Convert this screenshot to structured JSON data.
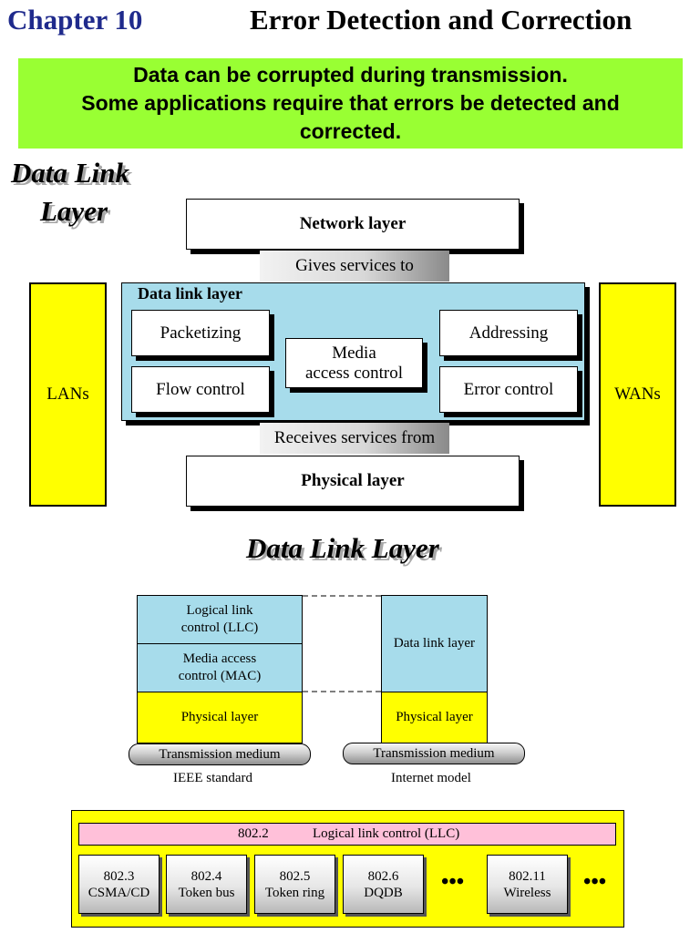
{
  "header": {
    "chapter": "Chapter 10",
    "title": "Error Detection and Correction"
  },
  "banner": {
    "line1": "Data can be corrupted during transmission.",
    "line2": "Some applications require that errors be detected and",
    "line3": "corrected."
  },
  "diagram1": {
    "title_line1": "Data Link",
    "title_line2": "Layer",
    "network_layer": "Network layer",
    "gives_services": "Gives services to",
    "dll_label": "Data link layer",
    "packetizing": "Packetizing",
    "media_line1": "Media",
    "media_line2": "access control",
    "addressing": "Addressing",
    "flow_control": "Flow control",
    "error_control": "Error control",
    "receives_services": "Receives services from",
    "physical_layer": "Physical layer",
    "lans": "LANs",
    "wans": "WANs"
  },
  "diagram2": {
    "title": "Data Link Layer",
    "llc_line1": "Logical link",
    "llc_line2": "control (LLC)",
    "mac_line1": "Media access",
    "mac_line2": "control (MAC)",
    "physical_left": "Physical layer",
    "medium_left": "Transmission medium",
    "caption_left": "IEEE standard",
    "dll_right": "Data link layer",
    "physical_right": "Physical layer",
    "medium_right": "Transmission medium",
    "caption_right": "Internet model"
  },
  "diagram3": {
    "llc_code": "802.2",
    "llc_name": "Logical link control (LLC)",
    "standards": [
      {
        "code": "802.3",
        "name": "CSMA/CD"
      },
      {
        "code": "802.4",
        "name": "Token bus"
      },
      {
        "code": "802.5",
        "name": "Token ring"
      },
      {
        "code": "802.6",
        "name": "DQDB"
      },
      {
        "code": "802.11",
        "name": "Wireless"
      }
    ],
    "ellipsis": "•••"
  }
}
